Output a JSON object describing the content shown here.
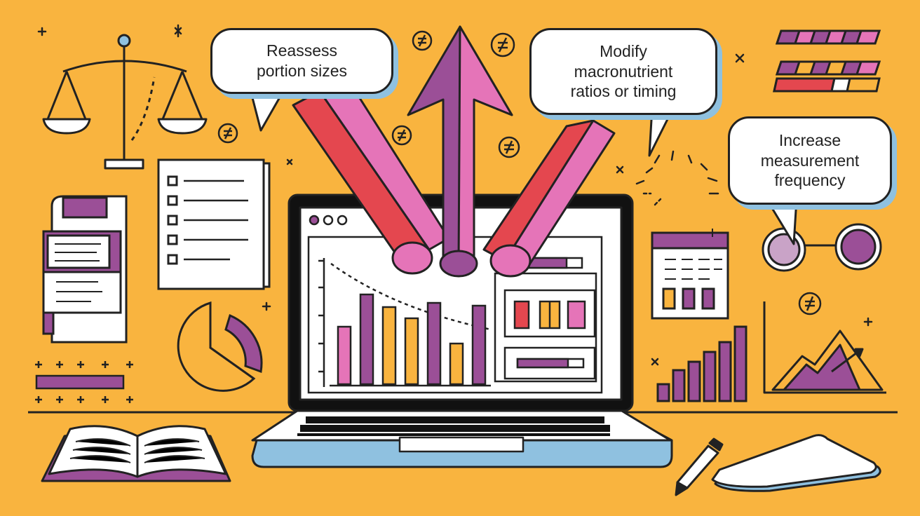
{
  "callouts": [
    {
      "text": "Reassess\nportion sizes"
    },
    {
      "text": "Modify\nmacronutrient\nratios or timing"
    },
    {
      "text": "Increase\nmeasurement\nfrequency"
    }
  ],
  "colors": {
    "background": "#F9B43F",
    "outline": "#222222",
    "purple": "#9B4F97",
    "pink": "#E574B8",
    "red": "#E4474F",
    "yellow": "#F9B43F",
    "blue_shadow": "#8FC1E0",
    "white": "#FFFFFF"
  }
}
